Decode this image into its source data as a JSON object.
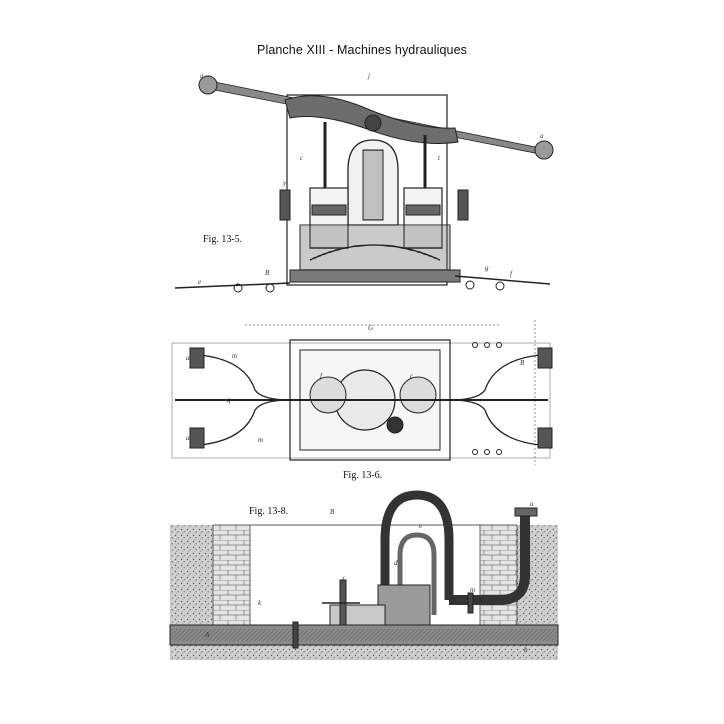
{
  "plate": {
    "title": "Planche XIII - Machines hydrauliques"
  },
  "figures": {
    "fig5": {
      "label": "Fig. 13-5.",
      "letters": [
        "j",
        "a",
        "a",
        "c",
        "t",
        "y",
        "g",
        "B",
        "e",
        "f"
      ]
    },
    "fig6": {
      "label": "Fig. 13-6.",
      "letters": [
        "G",
        "m",
        "m",
        "q",
        "a",
        "a",
        "B",
        "f",
        "c"
      ]
    },
    "fig8": {
      "label": "Fig. 13-8.",
      "letters": [
        "B",
        "a",
        "e",
        "k",
        "d",
        "f",
        "A",
        "m",
        "b"
      ]
    }
  }
}
